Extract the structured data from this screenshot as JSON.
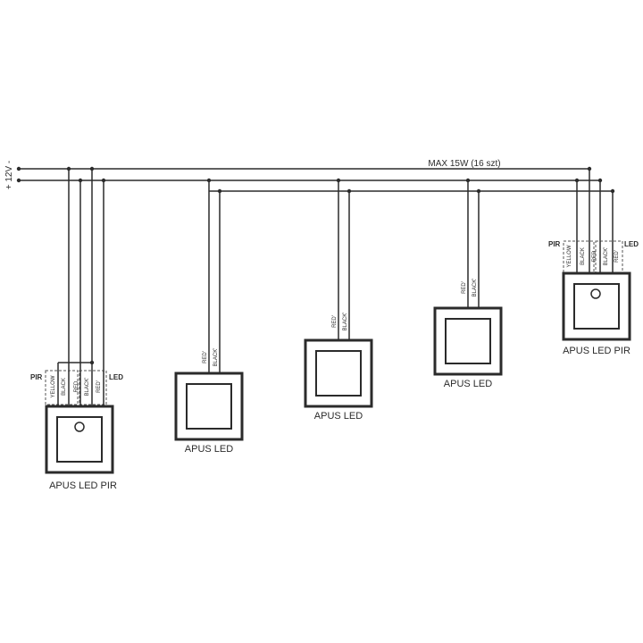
{
  "supply": {
    "label": "+ 12V -",
    "max_label": "MAX 15W (16 szt)"
  },
  "fixtures": [
    {
      "label": "APUS LED PIR",
      "type": "pir",
      "pir_tag": "PIR",
      "led_tag": "LED",
      "wires": [
        "YELLOW",
        "BLACK",
        "RED",
        "BLACK'",
        "RED'"
      ]
    },
    {
      "label": "APUS LED",
      "type": "led",
      "wires": [
        "RED'",
        "BLACK'"
      ]
    },
    {
      "label": "APUS LED",
      "type": "led",
      "wires": [
        "RED'",
        "BLACK'"
      ]
    },
    {
      "label": "APUS LED",
      "type": "led",
      "wires": [
        "RED'",
        "BLACK'"
      ]
    },
    {
      "label": "APUS LED PIR",
      "type": "pir",
      "pir_tag": "PIR",
      "led_tag": "LED",
      "wires": [
        "YELLOW",
        "BLACK",
        "RED",
        "BLACK'",
        "RED'"
      ]
    }
  ]
}
